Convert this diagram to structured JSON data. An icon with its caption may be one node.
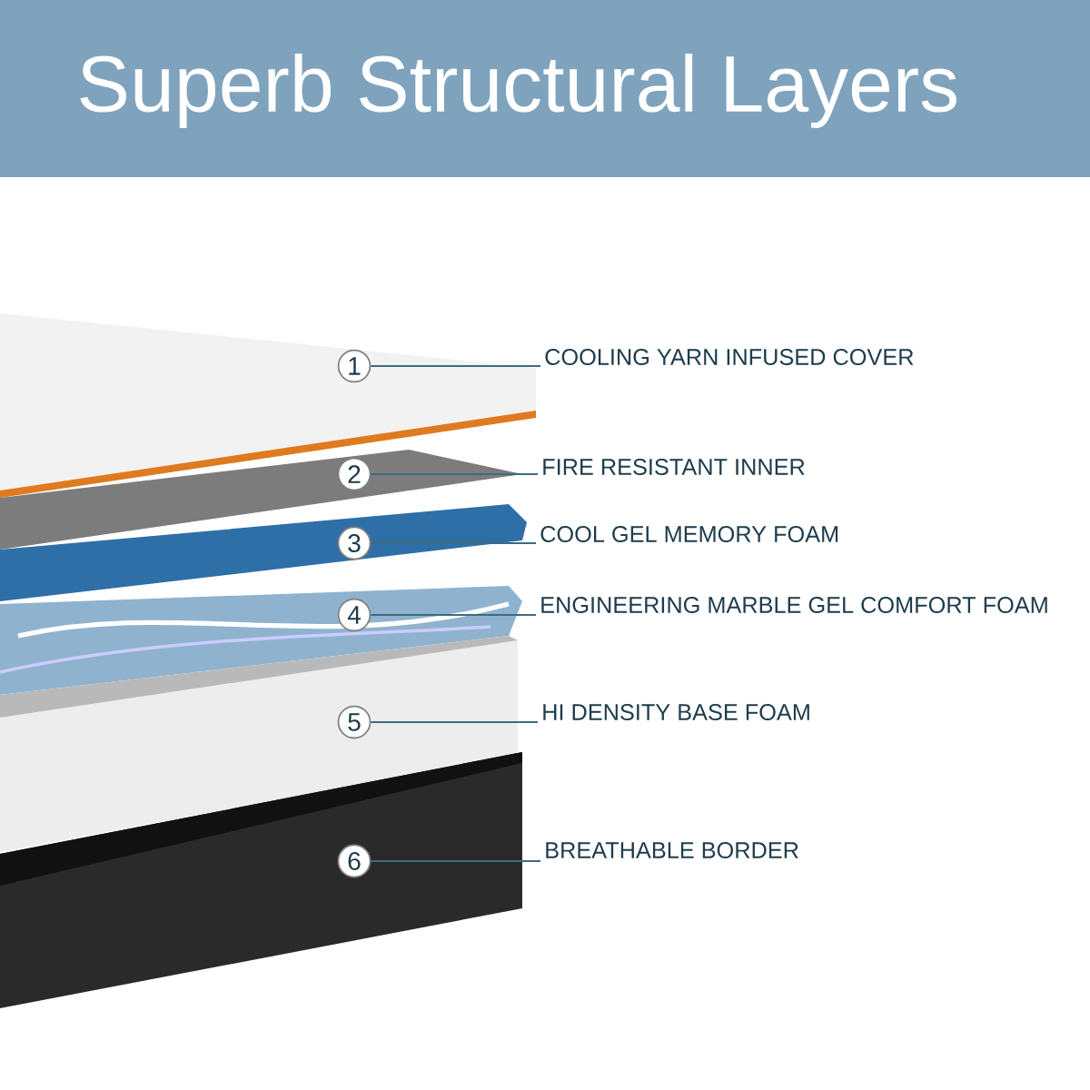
{
  "diagram": {
    "title": "Superb Structural Layers",
    "nodes": [
      {
        "text": [
          "1"
        ]
      },
      {
        "text": [
          "COOLING YARN INFUSED COVER"
        ]
      },
      {
        "text": [
          "2"
        ]
      },
      {
        "text": [
          "FIRE RESISTANT INNER"
        ]
      },
      {
        "text": [
          "3"
        ]
      },
      {
        "text": [
          "COOL GEL MEMORY FOAM"
        ]
      },
      {
        "text": [
          "4"
        ]
      },
      {
        "text": [
          "ENGINEERING MARBLE GEL COMFORT FOAM"
        ]
      },
      {
        "text": [
          "5"
        ]
      },
      {
        "text": [
          "HI DENSITY BASE FOAM"
        ]
      },
      {
        "text": [
          "6"
        ]
      },
      {
        "text": [
          "BREATHABLE BORDER"
        ]
      }
    ],
    "edges": [
      {
        "from": 1,
        "to": 0,
        "arrow": "none"
      },
      {
        "from": 3,
        "to": 2,
        "arrow": "none"
      },
      {
        "from": 5,
        "to": 4,
        "arrow": "none"
      },
      {
        "from": 7,
        "to": 6,
        "arrow": "none"
      },
      {
        "from": 9,
        "to": 8,
        "arrow": "none"
      },
      {
        "from": 11,
        "to": 10,
        "arrow": "none"
      }
    ]
  }
}
